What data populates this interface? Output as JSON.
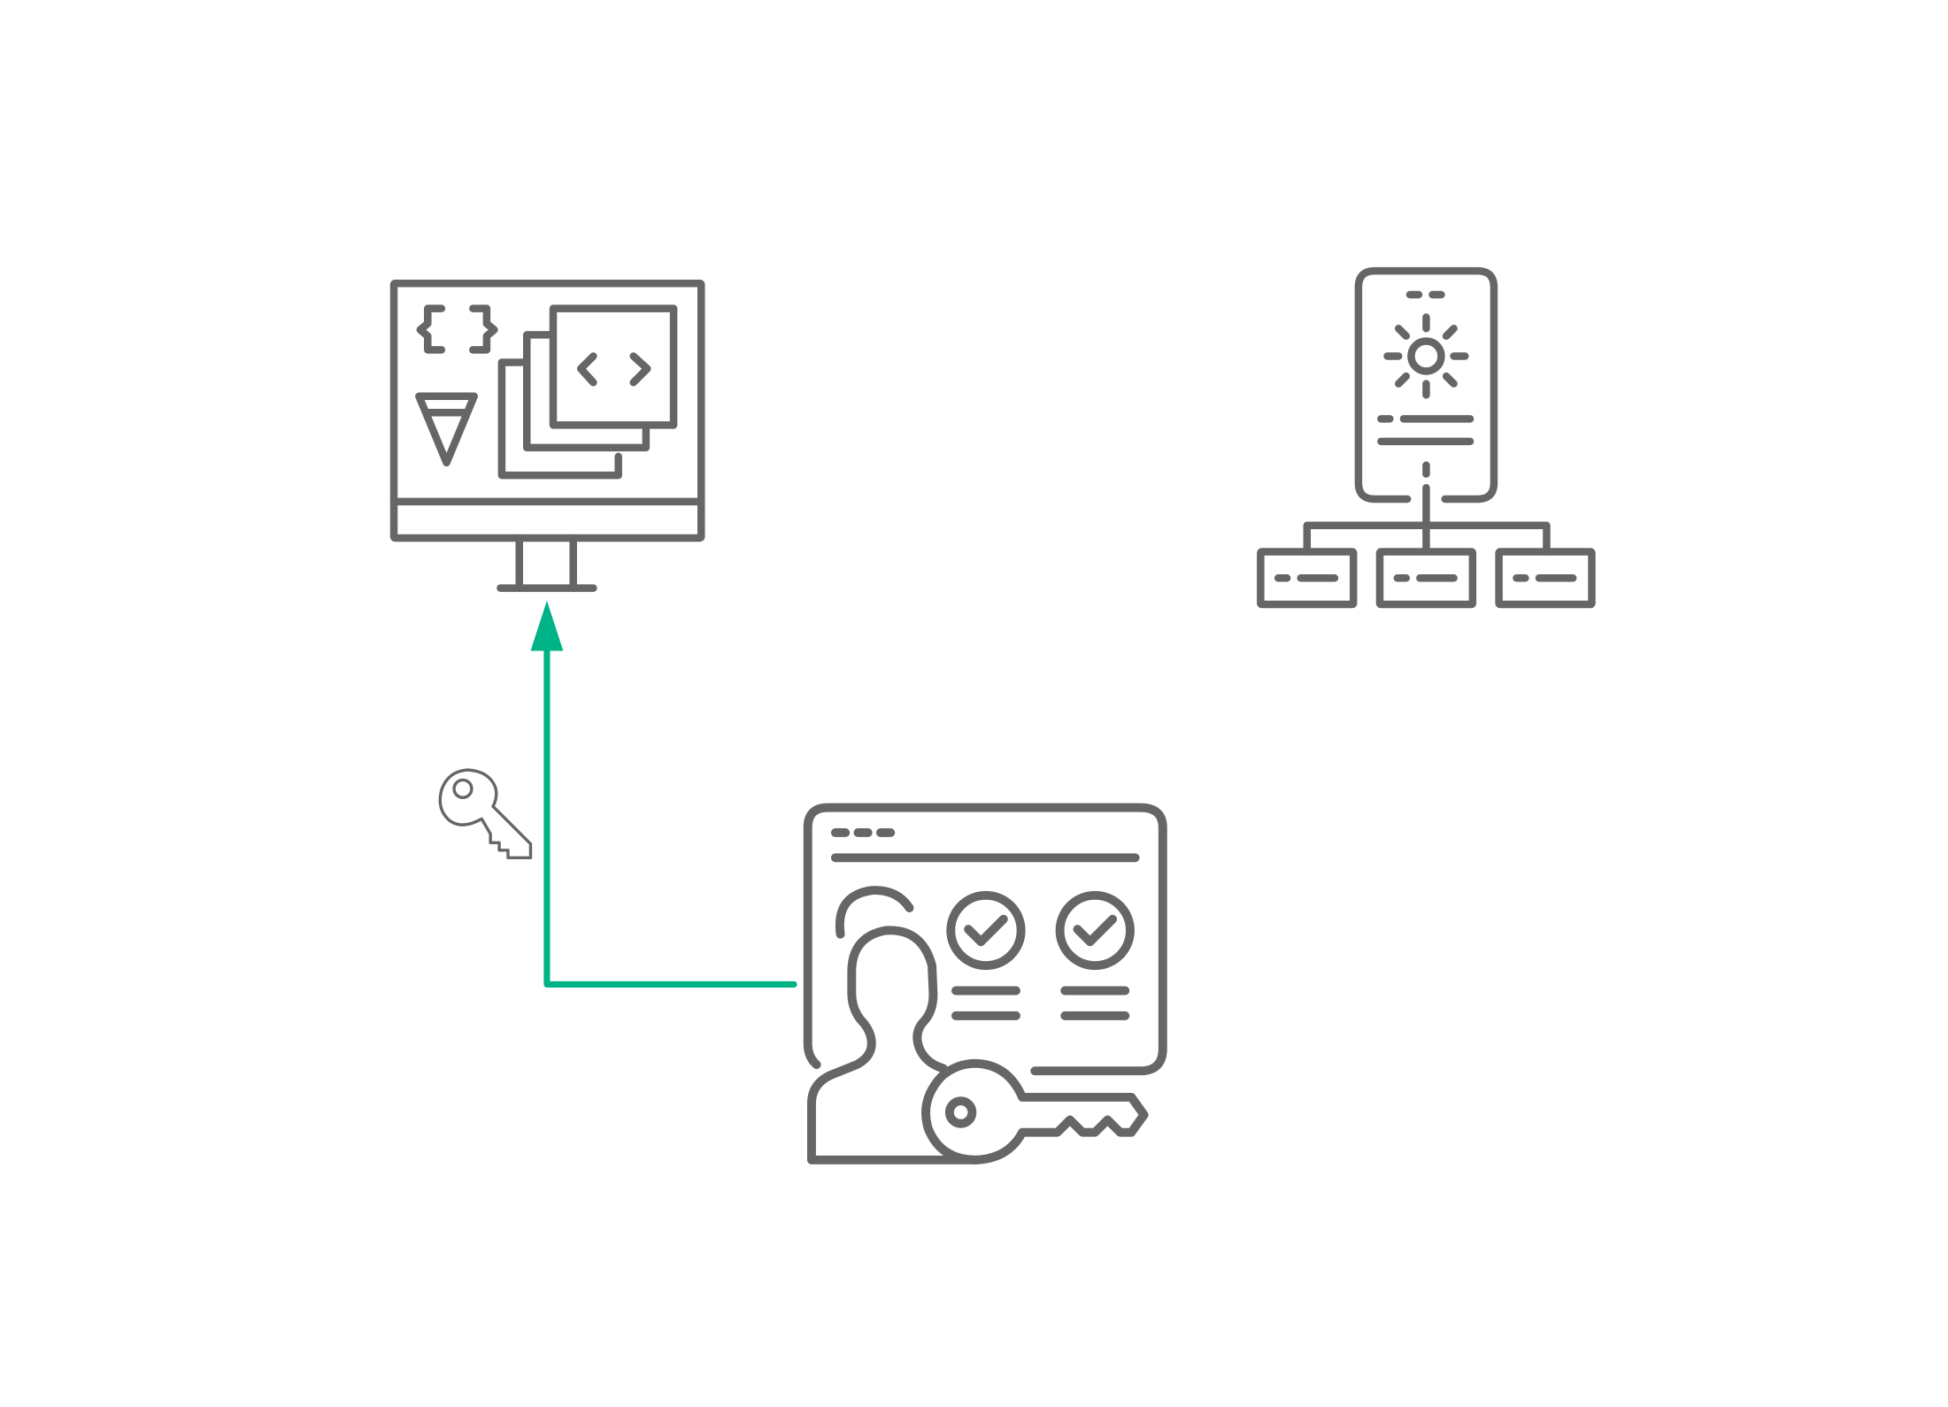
{
  "colors": {
    "background": "#ffffff",
    "icon_stroke": "#666666",
    "connector": "#00b386"
  },
  "nodes": [
    {
      "id": "developer-workstation",
      "icon": "monitor-code-design-icon"
    },
    {
      "id": "mobile-config-network",
      "icon": "mobile-settings-network-icon"
    },
    {
      "id": "identity-key-management",
      "icon": "user-identity-key-icon"
    },
    {
      "id": "access-key",
      "icon": "key-icon"
    }
  ],
  "edges": [
    {
      "from": "identity-key-management",
      "to": "developer-workstation",
      "style": "elbow-arrow"
    }
  ]
}
